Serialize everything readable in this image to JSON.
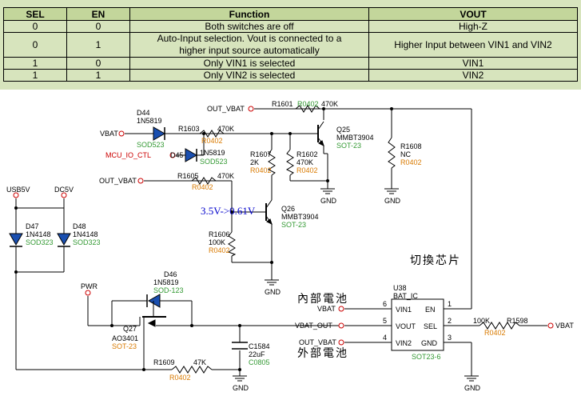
{
  "table": {
    "headers": [
      "SEL",
      "EN",
      "Function",
      "VOUT"
    ],
    "rows": [
      {
        "sel": "0",
        "en": "0",
        "function": "Both switches are off",
        "vout": "High-Z"
      },
      {
        "sel": "0",
        "en": "1",
        "function_l1": "Auto-Input selection. Vout is connected to a",
        "function_l2": "higher input source automatically",
        "vout": "Higher Input between VIN1 and VIN2"
      },
      {
        "sel": "1",
        "en": "0",
        "function": "Only VIN1 is selected",
        "vout": "VIN1"
      },
      {
        "sel": "1",
        "en": "1",
        "function": "Only VIN2 is selected",
        "vout": "VIN2"
      }
    ]
  },
  "nets": {
    "out_vbat_top": "OUT_VBAT",
    "vbat_left": "VBAT",
    "mcu_io": "MCU_IO_CTL",
    "out_vbat_mid": "OUT_VBAT",
    "usb5v": "USB5V",
    "dc5v": "DC5V",
    "pwr": "PWR",
    "vbat_u38": "VBAT",
    "vbat_out": "VBAT_OUT",
    "out_vbat_u38": "OUT_VBAT",
    "vbat_right": "VBAT",
    "gnd": "GND"
  },
  "components": {
    "r1601": {
      "ref": "R1601",
      "pkg": "R0402",
      "val": "470K"
    },
    "r1603": {
      "ref": "R1603",
      "val": "470K",
      "pkg": "R0402"
    },
    "r1605": {
      "ref": "R1605",
      "val": "470K",
      "pkg": "R0402"
    },
    "r1606": {
      "ref": "R1606",
      "val": "100K",
      "pkg": "R0402"
    },
    "r1607": {
      "ref": "R1607",
      "val": "2K",
      "pkg": "R0402"
    },
    "r1602": {
      "ref": "R1602",
      "val": "470K",
      "pkg": "R0402"
    },
    "r1608": {
      "ref": "R1608",
      "val": "NC",
      "pkg": "R0402"
    },
    "r1609": {
      "ref": "R1609",
      "val": "47K",
      "pkg": "R0402"
    },
    "r1598": {
      "ref": "R1598",
      "val": "100K",
      "pkg": "R0402"
    },
    "d44": {
      "ref": "D44",
      "part": "1N5819",
      "pkg": "SOD523"
    },
    "d45": {
      "ref": "D45",
      "part": "1N5819",
      "pkg": "SOD523"
    },
    "d46": {
      "ref": "D46",
      "part": "1N5819",
      "pkg": "SOD-123"
    },
    "d47": {
      "ref": "D47",
      "part": "1N4148",
      "pkg": "SOD323"
    },
    "d48": {
      "ref": "D48",
      "part": "1N4148",
      "pkg": "SOD323"
    },
    "q25": {
      "ref": "Q25",
      "part": "MMBT3904",
      "pkg": "SOT-23"
    },
    "q26": {
      "ref": "Q26",
      "part": "MMBT3904",
      "pkg": "SOT-23"
    },
    "q27": {
      "ref": "Q27",
      "part": "AO3401",
      "pkg": "SOT-23"
    },
    "c1584": {
      "ref": "C1584",
      "val": "22uF",
      "pkg": "C0805"
    },
    "u38": {
      "ref": "U38",
      "part": "BAT_IC",
      "pkg": "SOT23-6",
      "pins": {
        "vin1": "VIN1",
        "vout": "VOUT",
        "vin2": "VIN2",
        "en": "EN",
        "sel": "SEL",
        "gnd": "GND"
      },
      "pin_numbers": {
        "p6": "6",
        "p5": "5",
        "p4": "4",
        "p1": "1",
        "p2": "2",
        "p3": "3"
      }
    }
  },
  "annotations": {
    "voltage_note": "3.5V->0.61V",
    "switch_chip": "切換芯片",
    "internal_battery": "內部電池",
    "external_battery": "外部電池"
  }
}
